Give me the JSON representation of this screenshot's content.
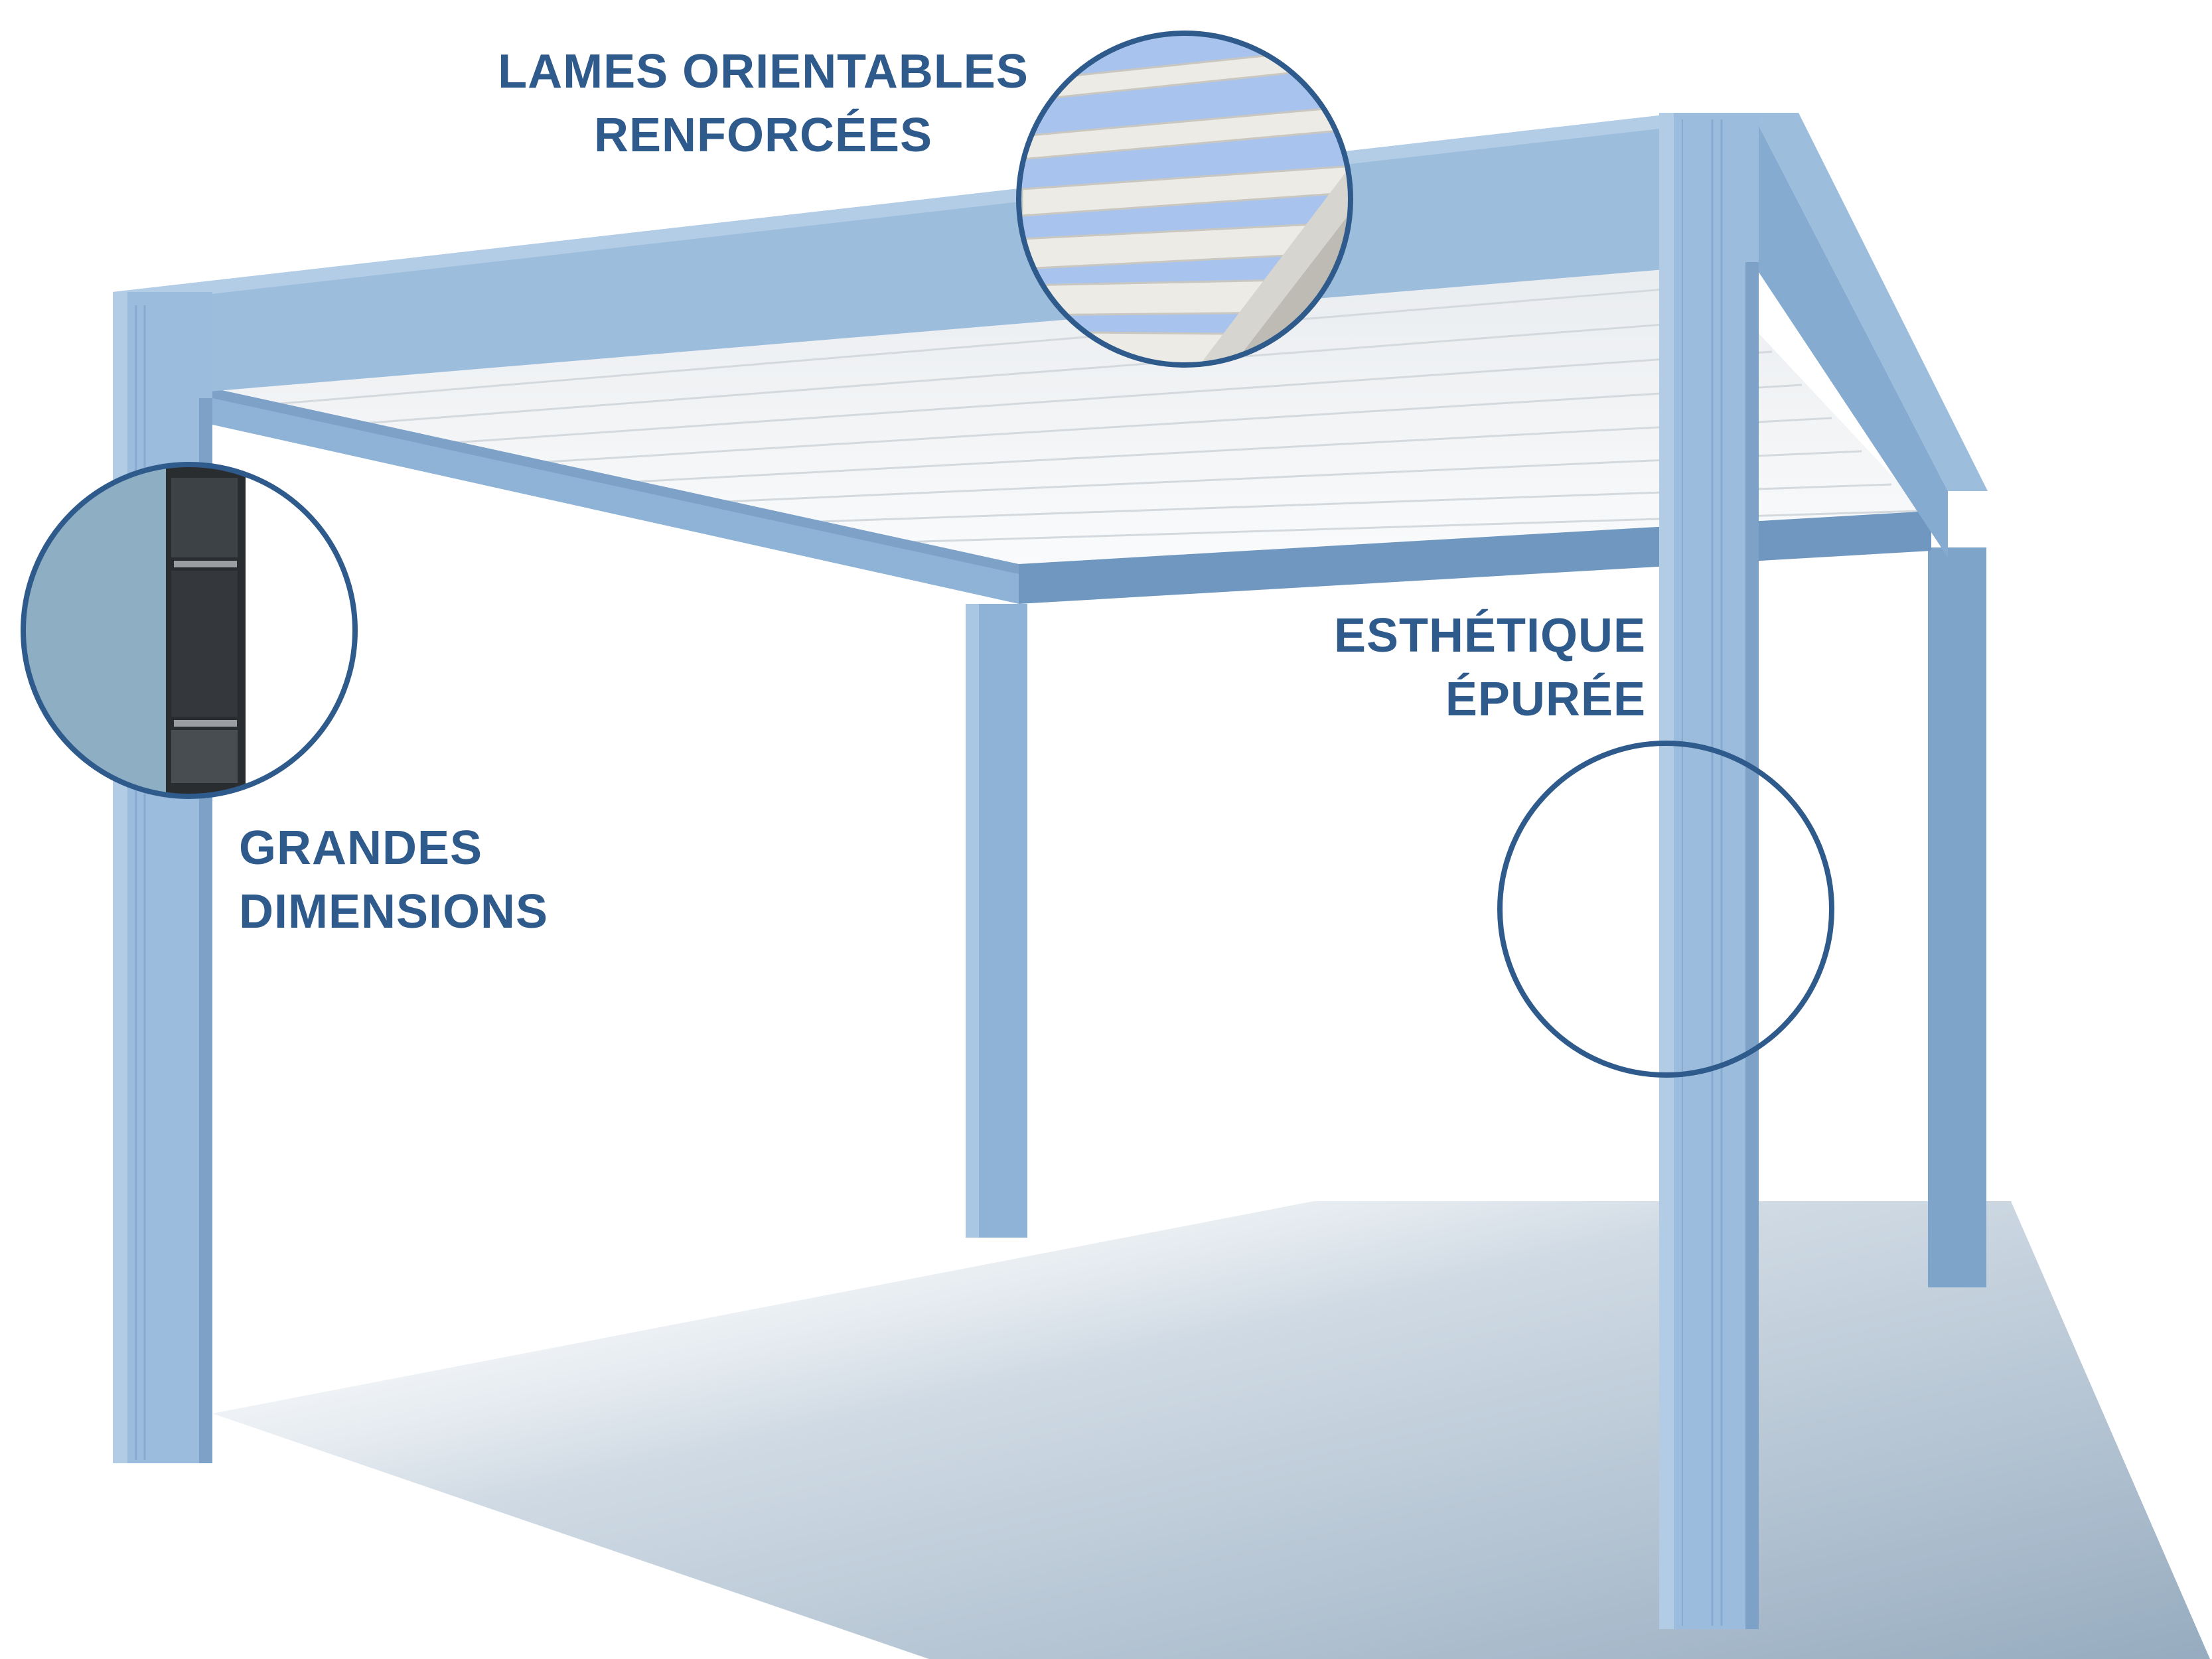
{
  "colors": {
    "frame": "#8fb3d6",
    "frame_dark": "#6f97bf",
    "frame_light": "#a9c6e3",
    "label_text": "#2f5b8c",
    "circle_stroke": "#2f5b8c",
    "slats": "#f2f4f6",
    "shadow": "#a8bccf"
  },
  "callouts": {
    "lames": {
      "line1": "LAMES ORIENTABLES",
      "line2": "RENFORCÉES"
    },
    "grandes": {
      "line1": "GRANDES",
      "line2": "DIMENSIONS"
    },
    "esthetique": {
      "line1": "ESTHÉTIQUE",
      "line2": "ÉPURÉE"
    }
  }
}
